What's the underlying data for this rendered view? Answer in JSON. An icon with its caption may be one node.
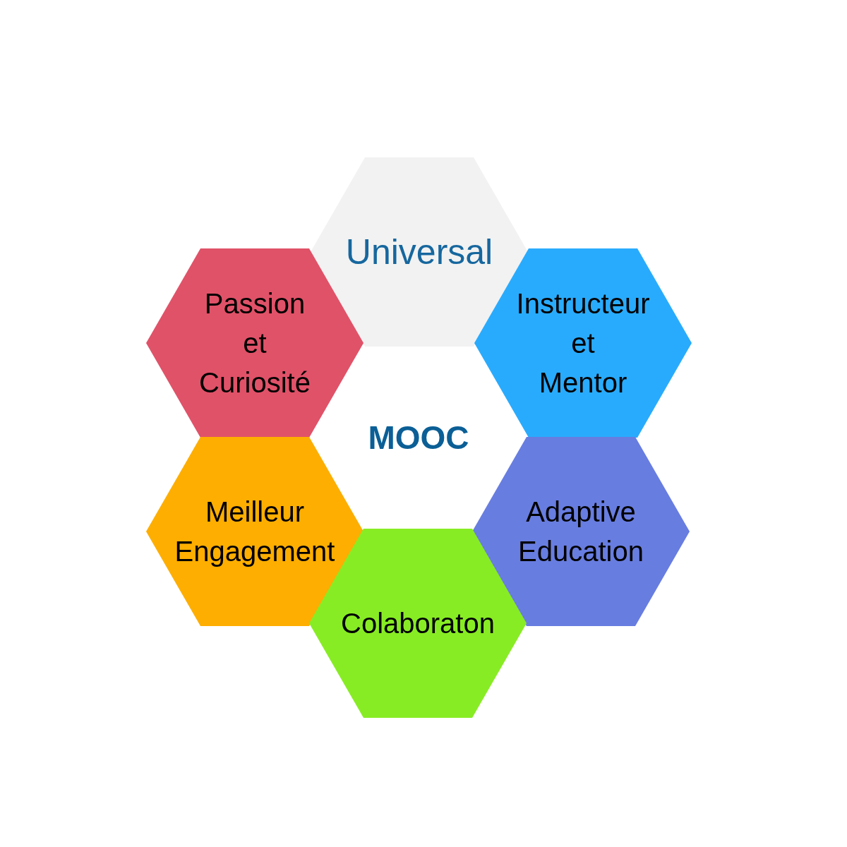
{
  "diagram": {
    "nodes": [
      {
        "text": [
          "Universal"
        ]
      },
      {
        "text": [
          "Passion et Curiosité"
        ]
      },
      {
        "text": [
          "Instructeur et Mentor"
        ]
      },
      {
        "text": [
          "MOOC"
        ]
      },
      {
        "text": [
          "Meilleur Engagement"
        ]
      },
      {
        "text": [
          "Adaptive Education"
        ]
      },
      {
        "text": [
          "Colaboraton"
        ]
      }
    ]
  }
}
